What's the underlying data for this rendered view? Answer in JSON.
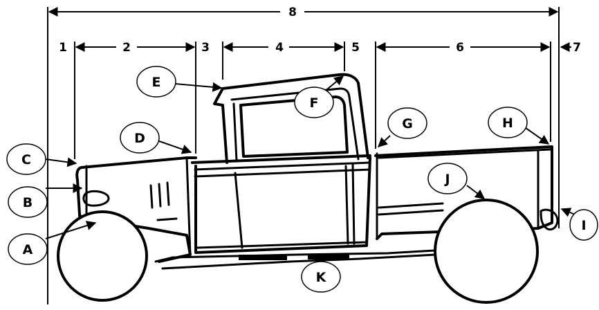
{
  "dimensions": [
    "1",
    "2",
    "3",
    "4",
    "5",
    "6",
    "7",
    "8"
  ],
  "callouts": [
    "A",
    "B",
    "C",
    "D",
    "E",
    "F",
    "G",
    "H",
    "I",
    "J",
    "K"
  ],
  "colors": {
    "ink": "#000000",
    "background": "#ffffff"
  }
}
